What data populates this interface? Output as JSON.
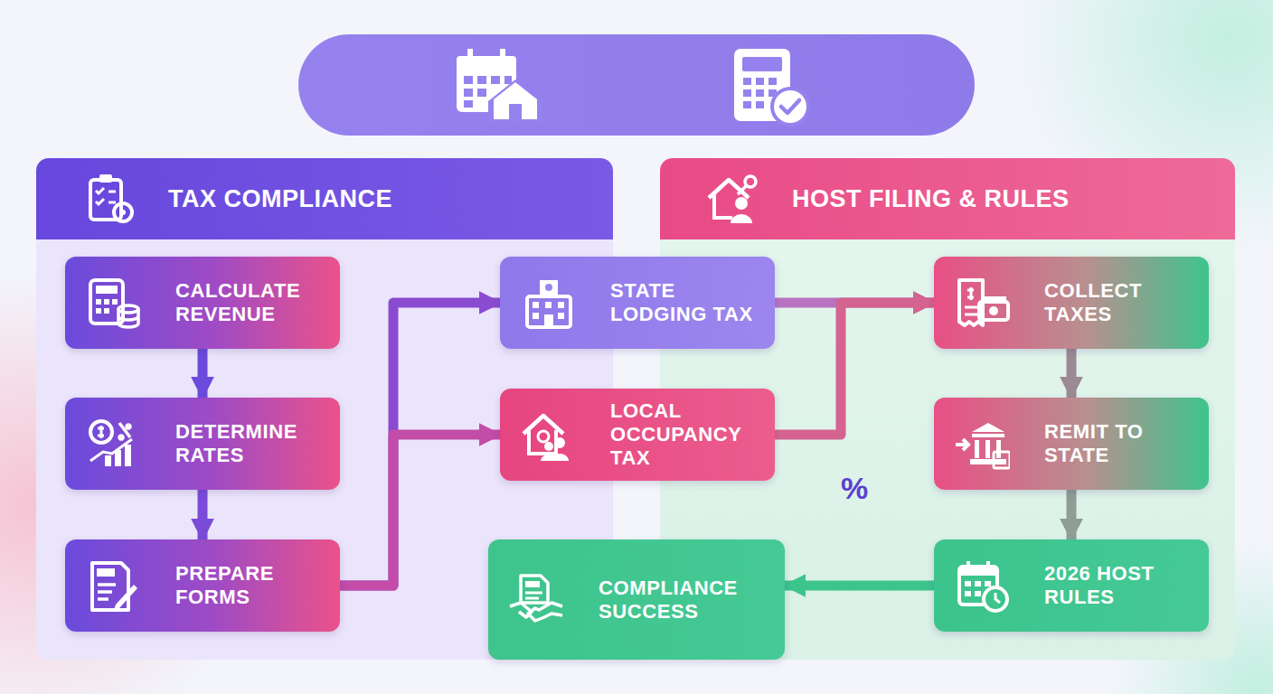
{
  "diagram": {
    "nodes": [
      {
        "text": [
          "TAX COMPLIANCE"
        ]
      },
      {
        "text": [
          "CALCULATE REVENUE"
        ],
        "in": 0
      },
      {
        "text": [
          "DETERMINE RATES"
        ],
        "in": 0
      },
      {
        "text": [
          "PREPARE FORMS"
        ],
        "in": 0
      },
      {
        "text": [
          "STATE LODGING TAX"
        ]
      },
      {
        "text": [
          "LOCAL OCCUPANCY TAX"
        ]
      },
      {
        "text": [
          "HOST FILING & RULES"
        ]
      },
      {
        "text": [
          "COLLECT TAXES"
        ],
        "in": 6
      },
      {
        "text": [
          "REMIT TO STATE"
        ],
        "in": 6
      },
      {
        "text": [
          "2026 HOST RULES"
        ],
        "in": 6
      },
      {
        "text": [
          "COMPLIANCE SUCCESS"
        ]
      }
    ],
    "edges": [
      {
        "from": 1,
        "to": 2,
        "arrow": "to"
      },
      {
        "from": 2,
        "to": 3,
        "arrow": "to"
      },
      {
        "from": 3,
        "to": 4,
        "arrow": "to"
      },
      {
        "from": 3,
        "to": 5,
        "arrow": "to"
      },
      {
        "from": 4,
        "to": 7,
        "arrow": "to"
      },
      {
        "from": 5,
        "to": 7,
        "arrow": "to"
      },
      {
        "from": 7,
        "to": 8,
        "arrow": "to"
      },
      {
        "from": 8,
        "to": 9,
        "arrow": "to"
      },
      {
        "from": 9,
        "to": 10,
        "arrow": "to"
      }
    ],
    "labels": [
      "%"
    ]
  }
}
